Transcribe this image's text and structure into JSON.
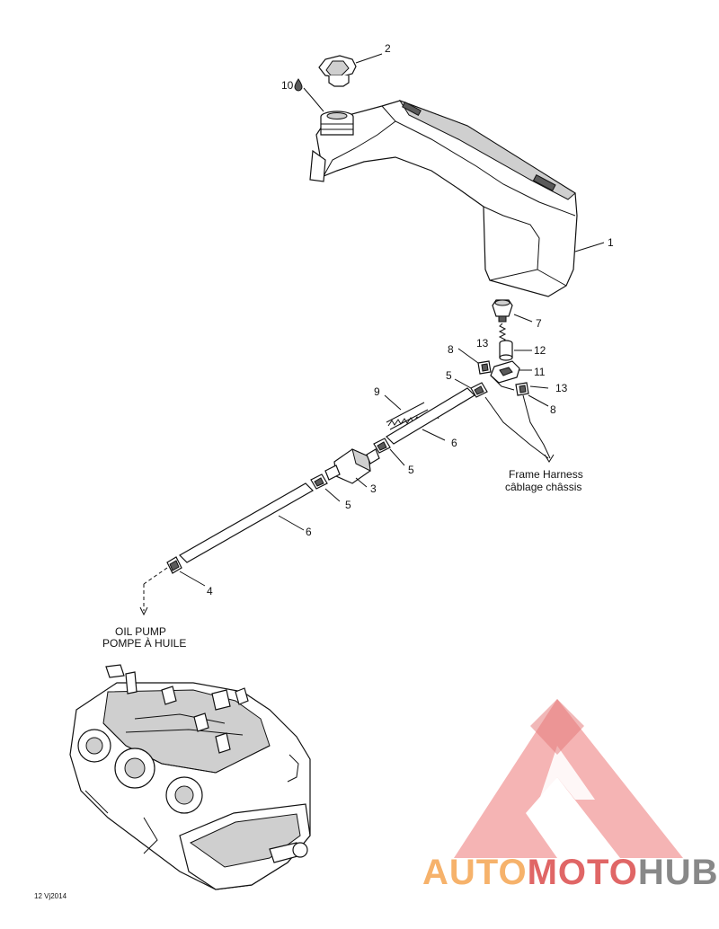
{
  "callouts": [
    {
      "id": "c1",
      "text": "1"
    },
    {
      "id": "c2",
      "text": "2"
    },
    {
      "id": "c3",
      "text": "3"
    },
    {
      "id": "c4",
      "text": "4"
    },
    {
      "id": "c5a",
      "text": "5"
    },
    {
      "id": "c5b",
      "text": "5"
    },
    {
      "id": "c5c",
      "text": "5"
    },
    {
      "id": "c6a",
      "text": "6"
    },
    {
      "id": "c6b",
      "text": "6"
    },
    {
      "id": "c7",
      "text": "7"
    },
    {
      "id": "c8a",
      "text": "8"
    },
    {
      "id": "c8b",
      "text": "8"
    },
    {
      "id": "c9",
      "text": "9"
    },
    {
      "id": "c10",
      "text": "10"
    },
    {
      "id": "c11",
      "text": "11"
    },
    {
      "id": "c12",
      "text": "12"
    },
    {
      "id": "c13a",
      "text": "13"
    },
    {
      "id": "c13b",
      "text": "13"
    }
  ],
  "captions": {
    "frame_harness_en": "Frame Harness",
    "frame_harness_fr": "câblage châssis",
    "oil_pump_en": "OIL PUMP",
    "oil_pump_fr": "POMPE À HUILE"
  },
  "drawing_code": "12 Vj2014",
  "watermark": {
    "part1": "AUTO",
    "part2": "MOTO",
    "part3": "HUB",
    "color_light": "#f6b26b",
    "color_red": "#e06666",
    "color_gray": "#888888"
  }
}
